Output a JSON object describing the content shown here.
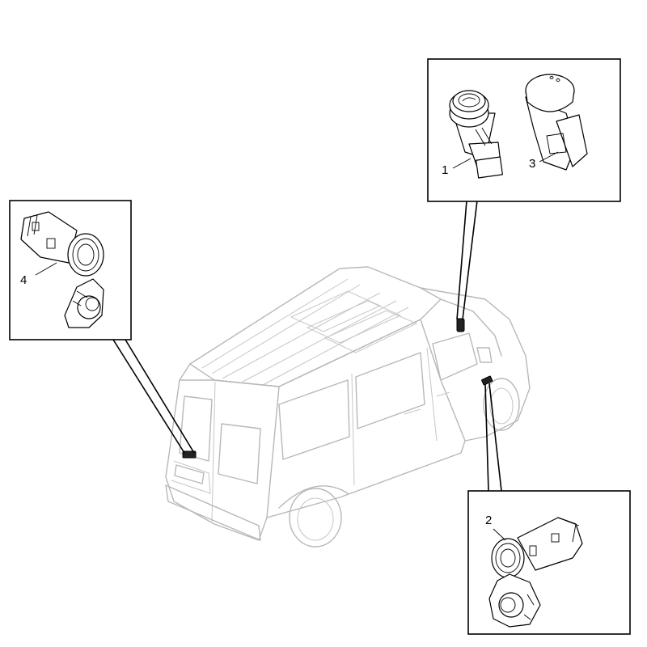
{
  "callouts": {
    "part1": "1",
    "part2": "2",
    "part3": "3",
    "part4": "4"
  },
  "colors": {
    "van_outline": "#b8b8b8",
    "parts_outline": "#000000",
    "background": "#ffffff"
  }
}
